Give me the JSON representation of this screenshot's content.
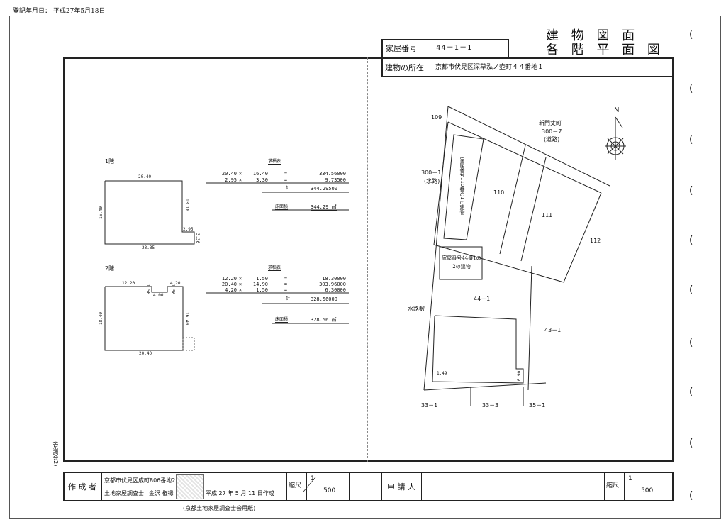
{
  "registration_date": "登記年月日： 平成27年5月18日",
  "title": {
    "line1": "建 物 図 面",
    "line2": "各 階 平 面 図"
  },
  "house_number": {
    "label": "家屋番号",
    "value": "44－1－1"
  },
  "location": {
    "label": "建物の所在",
    "value": "京都市伏見区深草泓ノ壺町４４番地１"
  },
  "floor1": {
    "label": "1階",
    "dims": {
      "top": "20.40",
      "left": "16.40",
      "right": "13.10",
      "notch_w": "2.95",
      "notch_h": "3.30",
      "bottom": "23.35"
    },
    "calc_title": "求積表",
    "rows": [
      {
        "a": "20.40",
        "b": "16.40",
        "result": "334.56000"
      },
      {
        "a": "2.95",
        "b": "3.30",
        "result": "9.73500"
      }
    ],
    "total_label": "計",
    "total": "344.29500",
    "area_label": "床面積",
    "area": "344.29 ㎡"
  },
  "floor2": {
    "label": "2階",
    "dims": {
      "top_left": "12.20",
      "top_right": "4.20",
      "notch_h1": "1.50",
      "notch_w": "4.00",
      "notch_h2": "1.50",
      "left": "18.40",
      "right": "16.40",
      "bottom": "20.40"
    },
    "calc_title": "求積表",
    "rows": [
      {
        "a": "12.20",
        "b": "1.50",
        "result": "18.30000"
      },
      {
        "a": "20.40",
        "b": "14.90",
        "result": "303.96000"
      },
      {
        "a": "4.20",
        "b": "1.50",
        "result": "6.30000"
      }
    ],
    "total_label": "計",
    "total": "328.56000",
    "area_label": "床面積",
    "area": "328.56 ㎡"
  },
  "ops": {
    "times": "×",
    "equals": "="
  },
  "map": {
    "lot_109": "109",
    "road_name": "新門丈町",
    "road_lot": "300－7",
    "road_type": "(道路)",
    "waterway_lot": "300－1",
    "waterway_type": "(水路)",
    "building_110_note": "家屋番号110番の1の建物",
    "lot_110": "110",
    "lot_111": "111",
    "lot_112": "112",
    "building_441_2": "家屋番号44番1の2の建物",
    "lot_44_1": "44－1",
    "waterway_site": "水路敷",
    "lot_43_1": "43－1",
    "dim_149": "1.49",
    "dim_090": "0.90",
    "lot_33_1": "33－1",
    "lot_33_3": "33－3",
    "lot_35_1": "35－1",
    "north": "N"
  },
  "side_note": "(京調会2)",
  "footer": {
    "creator_label": "作 成 者",
    "creator_address": "京都市伏見区成町806番地2",
    "creator_title": "土地家屋調査士",
    "creator_name": "金沢 権禄",
    "creation_date": "平成 27 年 5 月 11 日作成",
    "scale_label": "縮尺",
    "scale_num": "1",
    "scale_den": "500",
    "applicant_label": "申 請 人",
    "scale_label2": "縮尺",
    "scale_num2": "1",
    "scale_den2": "500"
  },
  "paper_note": "(京都土地家屋調査士会用紙)"
}
